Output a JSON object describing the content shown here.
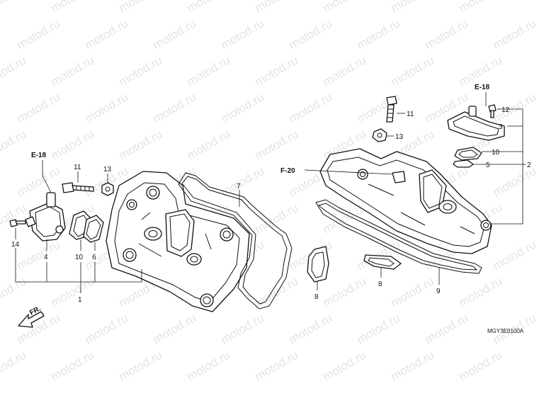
{
  "watermark": "motod.ru",
  "diagram_code": "MGY3E0100A",
  "front_label": "FR.",
  "refs": {
    "e18_left": "E-18",
    "e18_right": "E-18",
    "f20": "F-20"
  },
  "callouts": {
    "left_11": "11",
    "left_13": "13",
    "left_14": "14",
    "left_4": "4",
    "left_10": "10",
    "left_6": "6",
    "left_1": "1",
    "c7": "7",
    "c8": "8",
    "c9": "9",
    "right_11": "11",
    "right_13": "13",
    "right_12": "12",
    "right_3": "3",
    "right_10": "10",
    "right_5": "5",
    "c2": "2",
    "right_8": "8"
  }
}
